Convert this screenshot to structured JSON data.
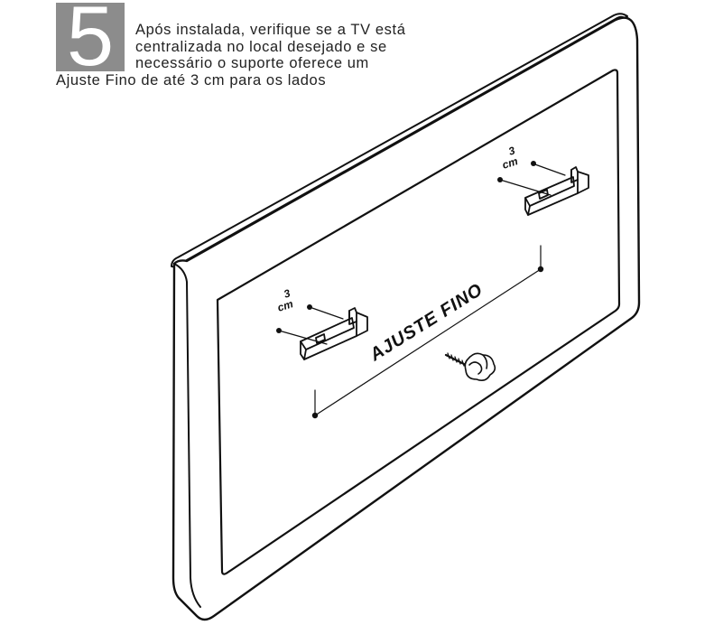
{
  "step": {
    "number": "5"
  },
  "instruction": {
    "lines": [
      "Após instalada, verifique se a TV está",
      "centralizada no local desejado e se",
      "necessário o suporte oferece um",
      "Ajuste Fino de até 3 cm para os lados"
    ]
  },
  "illustration": {
    "adjust_label": "AJUSTE FINO",
    "left_bracket": {
      "value": "3",
      "unit": "cm"
    },
    "right_bracket": {
      "value": "3",
      "unit": "cm"
    }
  },
  "colors": {
    "step_box": "#8c8c8c",
    "line_art": "#111111"
  }
}
